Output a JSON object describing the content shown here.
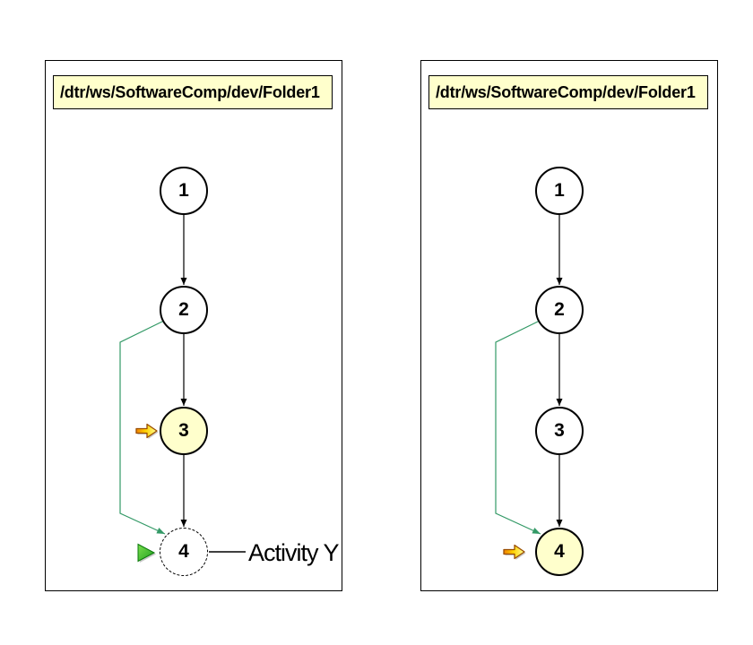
{
  "figure": {
    "description_type": "version-graph-diagram",
    "panel_count": 2
  },
  "panels": [
    {
      "title": "/dtr/ws/SoftwareComp/dev/Folder1",
      "nodes": [
        {
          "label": "1",
          "style": "normal"
        },
        {
          "label": "2",
          "style": "normal"
        },
        {
          "label": "3",
          "style": "highlighted",
          "marker": "yellow-arrow"
        },
        {
          "label": "4",
          "style": "dashed-outline",
          "marker": "green-triangle",
          "callout": "Activity Y"
        }
      ],
      "edges": [
        "1->2",
        "2->3",
        "3->4",
        "2->4-branch"
      ]
    },
    {
      "title": "/dtr/ws/SoftwareComp/dev/Folder1",
      "nodes": [
        {
          "label": "1",
          "style": "normal"
        },
        {
          "label": "2",
          "style": "normal"
        },
        {
          "label": "3",
          "style": "normal"
        },
        {
          "label": "4",
          "style": "highlighted",
          "marker": "yellow-arrow"
        }
      ],
      "edges": [
        "1->2",
        "2->3",
        "3->4",
        "2->4-branch"
      ]
    }
  ],
  "icons": {
    "yellow_arrow": "yellow-arrow-icon",
    "green_triangle": "green-triangle-icon"
  },
  "colors": {
    "highlight_fill": "#ffffcc",
    "title_background": "#ffffcc",
    "panel_border": "#000000",
    "edge_line": "#000000",
    "branch_line": "#339966",
    "yellow_arrow_fill": "#ffcc00",
    "yellow_arrow_outline": "#994d00",
    "green_triangle_fill": "#33cc33",
    "green_triangle_outline": "#0c7a0c"
  }
}
